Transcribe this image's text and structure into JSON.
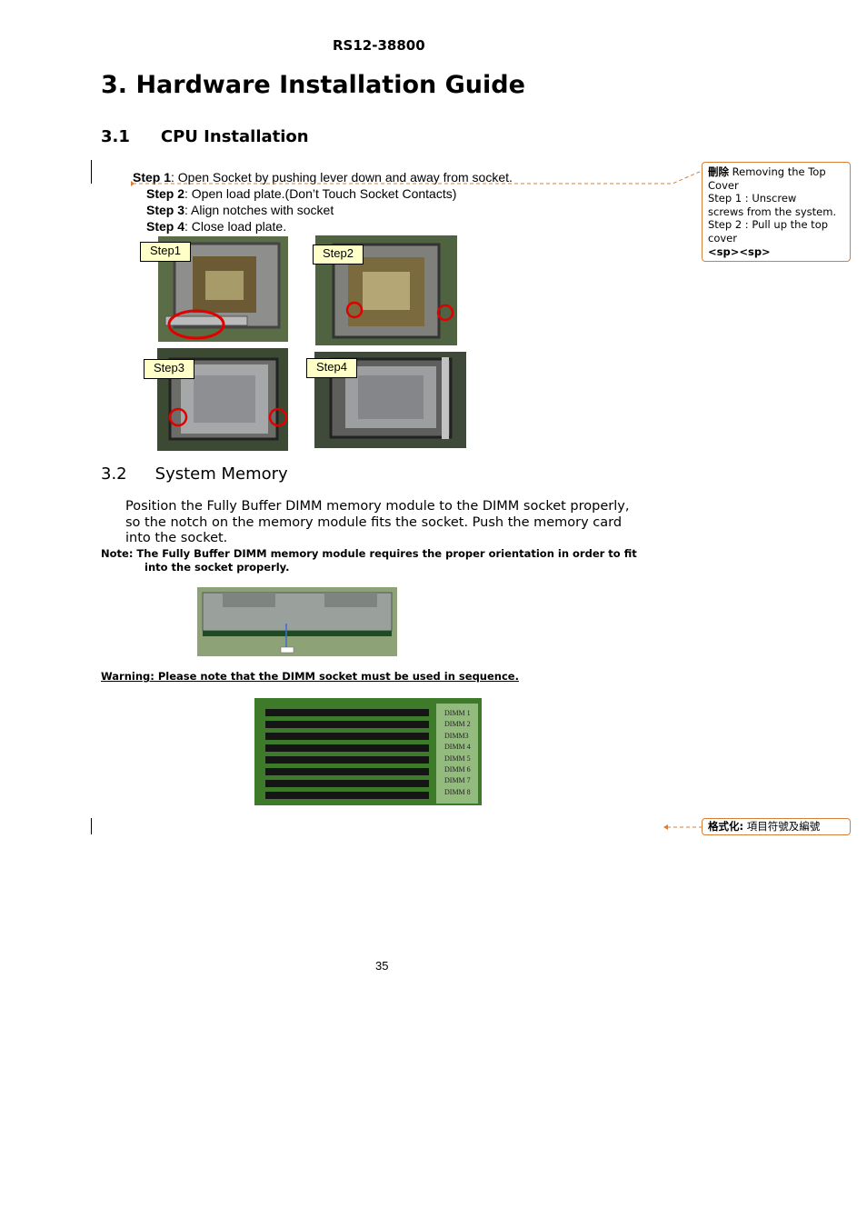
{
  "header": {
    "doc_id": "RS12-38800"
  },
  "chapter": {
    "title": "3.  Hardware Installation Guide"
  },
  "section_cpu": {
    "number": "3.1",
    "title": "CPU Installation",
    "steps": [
      {
        "label": "Step 1",
        "text": ": Open Socket by pushing lever down and away from socket."
      },
      {
        "label": "Step 2",
        "text": ": Open load plate.(Don’t  Touch Socket Contacts)"
      },
      {
        "label": "Step 3",
        "text": ": Align notches with socket"
      },
      {
        "label": "Step 4",
        "text": ": Close load plate."
      }
    ],
    "photo_labels": [
      "Step1",
      "Step2",
      "Step3",
      "Step4"
    ]
  },
  "section_memory": {
    "number": "3.2",
    "title": "System Memory",
    "paragraph": [
      "Position the Fully Buffer DIMM memory module to the DIMM socket properly,",
      "so the notch on the memory module fits the socket.  Push the memory card",
      "into the socket."
    ],
    "note_line1": "Note: The Fully Buffer DIMM memory module requires the proper orientation in order to fit",
    "note_line2": "into the socket properly.",
    "warning": "Warning: Please note that the DIMM socket must be used in sequence.",
    "dimm_labels": [
      "DIMM 1",
      "DIMM 2",
      "DIMM3",
      "DIMM 4",
      "DIMM 5",
      "DIMM 6",
      "DIMM 7",
      "DIMM 8"
    ]
  },
  "page_number": "35",
  "comments": {
    "deleted": {
      "tag": "刪除",
      "line1": " Removing the Top",
      "line2": "Cover",
      "line3": "  Step 1 : Unscrew",
      "line4": "screws from the system.",
      "line5": "Step 2 : Pull up the top",
      "line6": "cover",
      "line7": "<sp><sp>"
    },
    "format": {
      "tag": "格式化:",
      "text": " 項目符號及編號"
    }
  },
  "colors": {
    "comment_border": "#d4803a",
    "label_fill": "#ffffc8",
    "marker_red": "#e00000",
    "pcb_green": "#3d7a2a"
  }
}
